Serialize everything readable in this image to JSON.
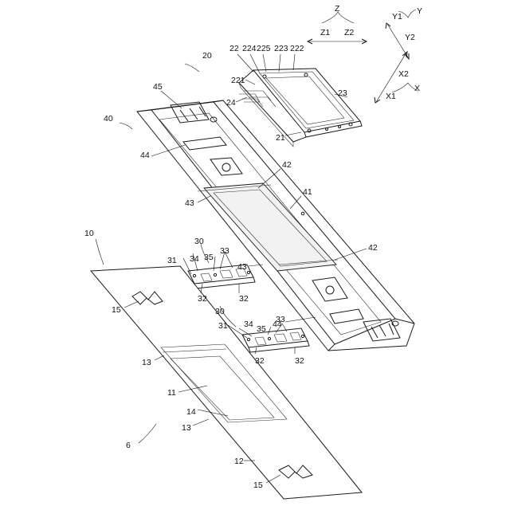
{
  "labels": {
    "l6": "6",
    "l10": "10",
    "l11": "11",
    "l12": "12",
    "l13a": "13",
    "l13b": "13",
    "l14": "14",
    "l15a": "15",
    "l15b": "15",
    "l20": "20",
    "l21": "21",
    "l22": "22",
    "l221": "221",
    "l222": "222",
    "l223": "223",
    "l224": "224",
    "l225": "225",
    "l23": "23",
    "l24": "24",
    "l30a": "30",
    "l30b": "30",
    "l31a": "31",
    "l31b": "31",
    "l32a": "32",
    "l32b": "32",
    "l32c": "32",
    "l32d": "32",
    "l33a": "33",
    "l33b": "33",
    "l34a": "34",
    "l34b": "34",
    "l35a": "35",
    "l35b": "35",
    "l40": "40",
    "l41": "41",
    "l42a": "42",
    "l42b": "42",
    "l43a": "43",
    "l43b": "43",
    "l44a": "44",
    "l44b": "44",
    "l45": "45"
  },
  "axes": {
    "z": "Z",
    "z1": "Z1",
    "z2": "Z2",
    "y": "Y",
    "y1": "Y1",
    "y2": "Y2",
    "x": "X",
    "x1": "X1",
    "x2": "X2"
  }
}
